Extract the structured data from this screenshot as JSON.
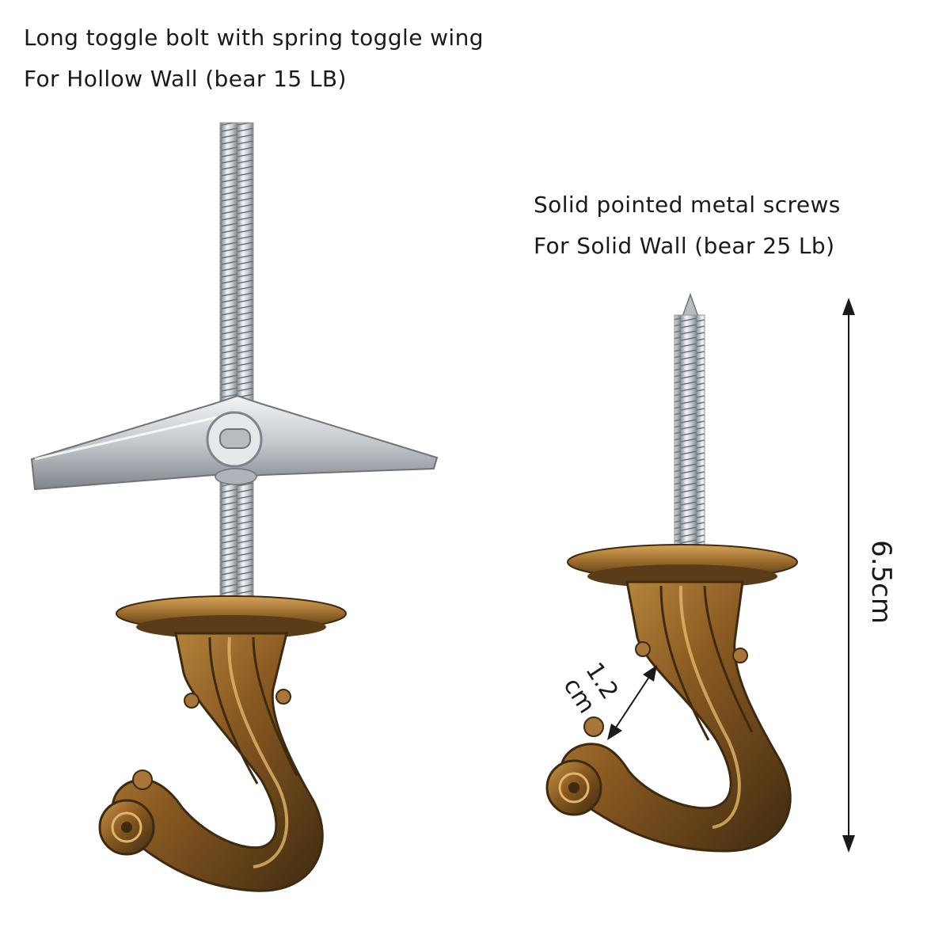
{
  "left_product": {
    "line1": "Long toggle bolt with spring toggle wing",
    "line2": "For Hollow Wall (bear 15 LB)"
  },
  "right_product": {
    "line1": "Solid pointed metal screws",
    "line2": "For Solid Wall (bear 25 Lb)"
  },
  "dimensions": {
    "height": "6.5cm",
    "gap_value": "1.2",
    "gap_unit": "cm"
  },
  "colors": {
    "bronze": "#8a5a22",
    "bronze_dark": "#3e2a10",
    "bronze_light": "#c8974a",
    "steel": "#d9dde1",
    "steel_dark": "#8d949a"
  }
}
